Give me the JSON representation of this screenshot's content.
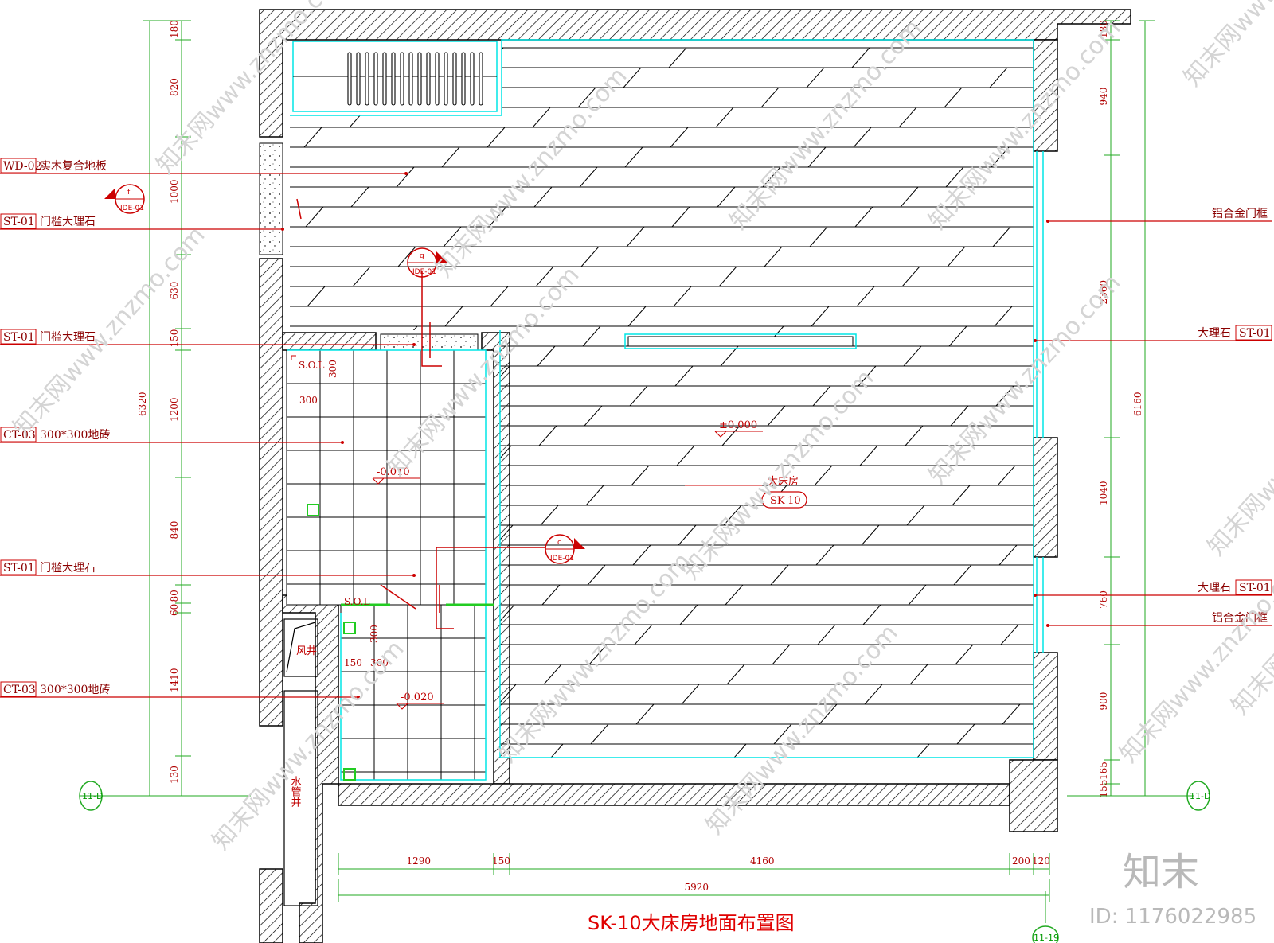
{
  "drawing_title": "SK-10大床房地面布置图",
  "room": {
    "name": "大床房",
    "code": "SK-10"
  },
  "levels": {
    "main": "±0.000",
    "bath1": "-0.010",
    "bath2": "-0.020"
  },
  "shafts": {
    "air": "风井",
    "water": "水管井"
  },
  "sol_marks": [
    "S.O.L",
    "S.O.L"
  ],
  "tile_dims": [
    "300",
    "300",
    "300",
    "150",
    "300"
  ],
  "left_labels": [
    {
      "code": "WD-02",
      "text": "实木复合地板"
    },
    {
      "code": "ST-01",
      "text": "门槛大理石"
    },
    {
      "code": "ST-01",
      "text": "门槛大理石"
    },
    {
      "code": "CT-03",
      "text": "300*300地砖"
    },
    {
      "code": "ST-01",
      "text": "门槛大理石"
    },
    {
      "code": "CT-03",
      "text": "300*300地砖"
    }
  ],
  "right_labels": [
    {
      "code": "",
      "text": "铝合金门框"
    },
    {
      "code": "ST-01",
      "text": "大理石"
    },
    {
      "code": "ST-01",
      "text": "大理石"
    },
    {
      "code": "",
      "text": "铝合金门框"
    }
  ],
  "section_symbols": [
    {
      "letter": "f",
      "ref": "IDE-01"
    },
    {
      "letter": "g",
      "ref": "IDE-01"
    },
    {
      "letter": "c",
      "ref": "IDE-01"
    }
  ],
  "axis_labels": [
    "11-D",
    "11-D",
    "11-19"
  ],
  "dims_left_inner": [
    "180",
    "820",
    "1000",
    "630",
    "150",
    "1200",
    "840",
    "80",
    "60",
    "1410",
    "130"
  ],
  "dims_left_total": "6320",
  "dims_right_inner": [
    "180",
    "940",
    "2360",
    "1040",
    "760",
    "900",
    "165",
    "155"
  ],
  "dims_right_total": "6160",
  "dims_bottom": [
    "1290",
    "150",
    "4160",
    "200",
    "120"
  ],
  "dims_bottom_total": "5920",
  "watermark": {
    "brand": "知末",
    "id": "ID: 1176022985",
    "site": "知末网www.znzmo.com"
  },
  "colors": {
    "wall": "#000000",
    "outline": "#00e5e5",
    "leader": "#cc0000",
    "dim": "#22aa22",
    "title": "#e00000"
  }
}
